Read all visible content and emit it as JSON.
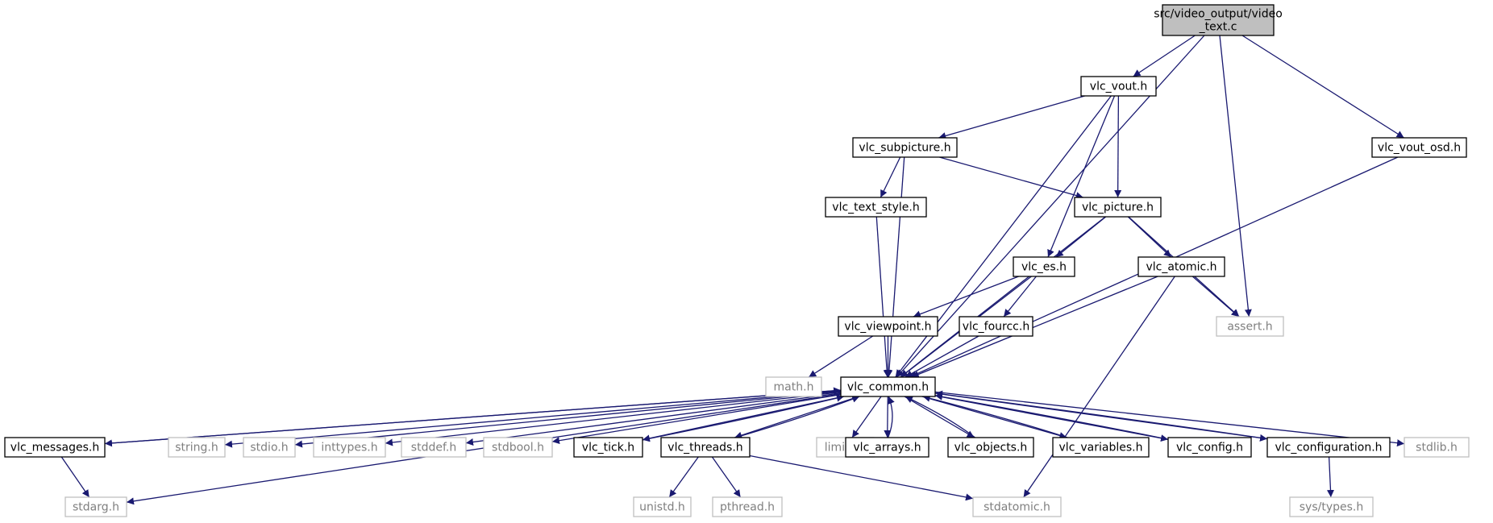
{
  "graph": {
    "title": "src/video_output/video_text.c",
    "colors": {
      "edge": "#191970",
      "root_fill": "#bfbfbf",
      "system_border": "#bfbfbf",
      "system_text": "#7f7f7f"
    },
    "nodes": [
      {
        "id": "root",
        "lines": [
          "src/video_output/video",
          "_text.c"
        ],
        "kind": "root"
      },
      {
        "id": "vlc_vout",
        "lines": [
          "vlc_vout.h"
        ],
        "kind": "project"
      },
      {
        "id": "vlc_vout_osd",
        "lines": [
          "vlc_vout_osd.h"
        ],
        "kind": "project"
      },
      {
        "id": "vlc_subpicture",
        "lines": [
          "vlc_subpicture.h"
        ],
        "kind": "project"
      },
      {
        "id": "vlc_text_style",
        "lines": [
          "vlc_text_style.h"
        ],
        "kind": "project"
      },
      {
        "id": "vlc_picture",
        "lines": [
          "vlc_picture.h"
        ],
        "kind": "project"
      },
      {
        "id": "vlc_es",
        "lines": [
          "vlc_es.h"
        ],
        "kind": "project"
      },
      {
        "id": "vlc_atomic",
        "lines": [
          "vlc_atomic.h"
        ],
        "kind": "project"
      },
      {
        "id": "vlc_viewpoint",
        "lines": [
          "vlc_viewpoint.h"
        ],
        "kind": "project"
      },
      {
        "id": "vlc_fourcc",
        "lines": [
          "vlc_fourcc.h"
        ],
        "kind": "project"
      },
      {
        "id": "assert",
        "lines": [
          "assert.h"
        ],
        "kind": "system"
      },
      {
        "id": "math",
        "lines": [
          "math.h"
        ],
        "kind": "system"
      },
      {
        "id": "vlc_common",
        "lines": [
          "vlc_common.h"
        ],
        "kind": "project"
      },
      {
        "id": "vlc_messages",
        "lines": [
          "vlc_messages.h"
        ],
        "kind": "project"
      },
      {
        "id": "string",
        "lines": [
          "string.h"
        ],
        "kind": "system"
      },
      {
        "id": "stdio",
        "lines": [
          "stdio.h"
        ],
        "kind": "system"
      },
      {
        "id": "inttypes",
        "lines": [
          "inttypes.h"
        ],
        "kind": "system"
      },
      {
        "id": "stddef",
        "lines": [
          "stddef.h"
        ],
        "kind": "system"
      },
      {
        "id": "stdbool",
        "lines": [
          "stdbool.h"
        ],
        "kind": "system"
      },
      {
        "id": "vlc_tick",
        "lines": [
          "vlc_tick.h"
        ],
        "kind": "project"
      },
      {
        "id": "vlc_threads",
        "lines": [
          "vlc_threads.h"
        ],
        "kind": "project"
      },
      {
        "id": "limits",
        "lines": [
          "limits.h"
        ],
        "kind": "system"
      },
      {
        "id": "vlc_arrays",
        "lines": [
          "vlc_arrays.h"
        ],
        "kind": "project"
      },
      {
        "id": "vlc_objects",
        "lines": [
          "vlc_objects.h"
        ],
        "kind": "project"
      },
      {
        "id": "vlc_variables",
        "lines": [
          "vlc_variables.h"
        ],
        "kind": "project"
      },
      {
        "id": "vlc_config",
        "lines": [
          "vlc_config.h"
        ],
        "kind": "project"
      },
      {
        "id": "vlc_configuration",
        "lines": [
          "vlc_configuration.h"
        ],
        "kind": "project"
      },
      {
        "id": "stdlib",
        "lines": [
          "stdlib.h"
        ],
        "kind": "system"
      },
      {
        "id": "stdarg",
        "lines": [
          "stdarg.h"
        ],
        "kind": "system"
      },
      {
        "id": "unistd",
        "lines": [
          "unistd.h"
        ],
        "kind": "system"
      },
      {
        "id": "pthread",
        "lines": [
          "pthread.h"
        ],
        "kind": "system"
      },
      {
        "id": "stdatomic",
        "lines": [
          "stdatomic.h"
        ],
        "kind": "system"
      },
      {
        "id": "sys_types",
        "lines": [
          "sys/types.h"
        ],
        "kind": "system"
      }
    ],
    "edges": [
      [
        "root",
        "vlc_vout"
      ],
      [
        "root",
        "vlc_common"
      ],
      [
        "root",
        "assert"
      ],
      [
        "root",
        "vlc_vout_osd"
      ],
      [
        "vlc_vout",
        "vlc_subpicture"
      ],
      [
        "vlc_vout",
        "vlc_picture"
      ],
      [
        "vlc_vout",
        "vlc_es"
      ],
      [
        "vlc_vout",
        "vlc_common"
      ],
      [
        "vlc_subpicture",
        "vlc_text_style"
      ],
      [
        "vlc_subpicture",
        "vlc_picture"
      ],
      [
        "vlc_subpicture",
        "vlc_common"
      ],
      [
        "vlc_text_style",
        "vlc_common"
      ],
      [
        "vlc_picture",
        "vlc_es"
      ],
      [
        "vlc_picture",
        "vlc_atomic"
      ],
      [
        "vlc_picture",
        "assert"
      ],
      [
        "vlc_picture",
        "vlc_common"
      ],
      [
        "vlc_es",
        "vlc_viewpoint"
      ],
      [
        "vlc_es",
        "vlc_fourcc"
      ],
      [
        "vlc_es",
        "vlc_common"
      ],
      [
        "vlc_atomic",
        "assert"
      ],
      [
        "vlc_atomic",
        "vlc_common"
      ],
      [
        "vlc_atomic",
        "stdatomic"
      ],
      [
        "vlc_viewpoint",
        "math"
      ],
      [
        "vlc_viewpoint",
        "vlc_common"
      ],
      [
        "vlc_fourcc",
        "vlc_common"
      ],
      [
        "vlc_vout_osd",
        "vlc_common"
      ],
      [
        "vlc_common",
        "vlc_messages"
      ],
      [
        "vlc_common",
        "string"
      ],
      [
        "vlc_common",
        "stdio"
      ],
      [
        "vlc_common",
        "inttypes"
      ],
      [
        "vlc_common",
        "stddef"
      ],
      [
        "vlc_common",
        "stdbool"
      ],
      [
        "vlc_common",
        "vlc_tick"
      ],
      [
        "vlc_common",
        "vlc_threads"
      ],
      [
        "vlc_common",
        "limits"
      ],
      [
        "vlc_common",
        "vlc_arrays"
      ],
      [
        "vlc_common",
        "vlc_objects"
      ],
      [
        "vlc_common",
        "vlc_variables"
      ],
      [
        "vlc_common",
        "vlc_config"
      ],
      [
        "vlc_common",
        "vlc_configuration"
      ],
      [
        "vlc_common",
        "stdlib"
      ],
      [
        "vlc_common",
        "stdarg"
      ],
      [
        "vlc_messages",
        "vlc_common"
      ],
      [
        "vlc_messages",
        "stdarg"
      ],
      [
        "vlc_tick",
        "vlc_common"
      ],
      [
        "vlc_threads",
        "vlc_common"
      ],
      [
        "vlc_threads",
        "unistd"
      ],
      [
        "vlc_threads",
        "pthread"
      ],
      [
        "vlc_threads",
        "stdatomic"
      ],
      [
        "vlc_arrays",
        "vlc_common"
      ],
      [
        "vlc_objects",
        "vlc_common"
      ],
      [
        "vlc_variables",
        "vlc_common"
      ],
      [
        "vlc_config",
        "vlc_common"
      ],
      [
        "vlc_configuration",
        "vlc_common"
      ],
      [
        "vlc_configuration",
        "sys_types"
      ]
    ]
  }
}
